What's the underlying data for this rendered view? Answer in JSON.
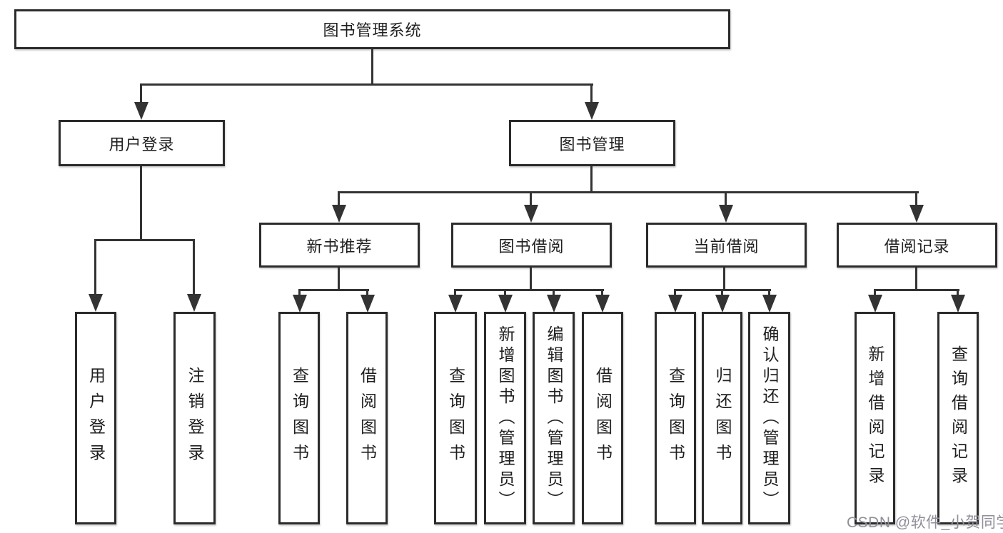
{
  "title": "图书管理系统",
  "watermark": "CSDN @软件_小贺同学",
  "colors": {
    "background": "#ffffff",
    "box_border": "#2b2b2b",
    "connector_line": "#333333",
    "text": "#1f1f1f",
    "watermark": "#8f8f99"
  },
  "tree": {
    "label": "图书管理系统",
    "children": [
      {
        "label": "用户登录",
        "children": [
          {
            "label": "用户登录"
          },
          {
            "label": "注销登录"
          }
        ]
      },
      {
        "label": "图书管理",
        "children": [
          {
            "label": "新书推荐",
            "children": [
              {
                "label": "查询图书"
              },
              {
                "label": "借阅图书"
              }
            ]
          },
          {
            "label": "图书借阅",
            "children": [
              {
                "label": "查询图书"
              },
              {
                "label": "新增图书（管理员）"
              },
              {
                "label": "编辑图书（管理员）"
              },
              {
                "label": "借阅图书"
              }
            ]
          },
          {
            "label": "当前借阅",
            "children": [
              {
                "label": "查询图书"
              },
              {
                "label": "归还图书"
              },
              {
                "label": "确认归还（管理员）"
              }
            ]
          },
          {
            "label": "借阅记录",
            "children": [
              {
                "label": "新增借阅记录"
              },
              {
                "label": "查询借阅记录"
              }
            ]
          }
        ]
      }
    ]
  }
}
